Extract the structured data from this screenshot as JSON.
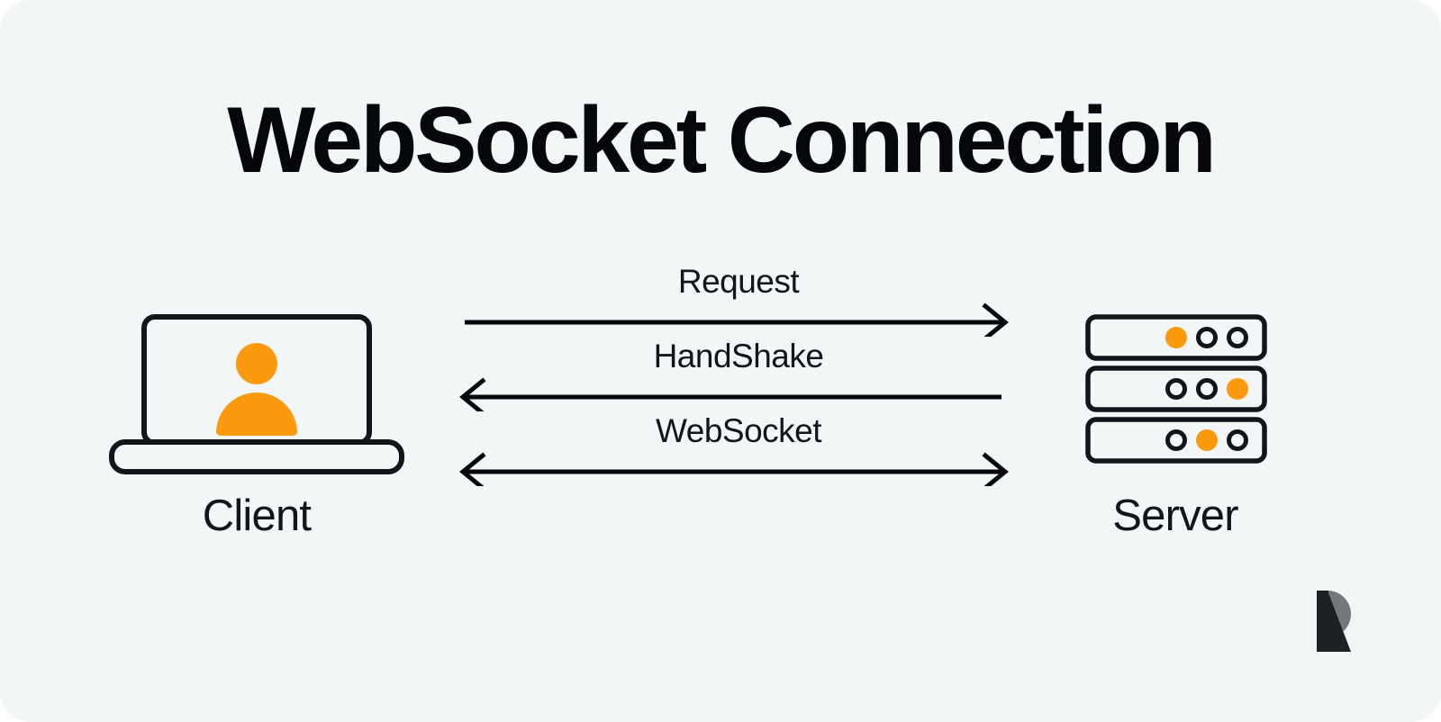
{
  "page": {
    "title": "WebSocket Connection",
    "background_color": "#f2f6f7",
    "page_color": "#ffffff",
    "accent_color": "#fb9a0e",
    "ink_color": "#10161c"
  },
  "client": {
    "label": "Client",
    "icon": "laptop-user-icon"
  },
  "server": {
    "label": "Server",
    "icon": "server-rack-icon",
    "rows": [
      {
        "lights": [
          "on",
          "off",
          "off"
        ]
      },
      {
        "lights": [
          "off",
          "off",
          "on"
        ]
      },
      {
        "lights": [
          "off",
          "on",
          "off"
        ]
      }
    ]
  },
  "flows": [
    {
      "label": "Request",
      "direction": "right",
      "icon": "arrow-right-icon"
    },
    {
      "label": "HandShake",
      "direction": "left",
      "icon": "arrow-left-icon"
    },
    {
      "label": "WebSocket",
      "direction": "both",
      "icon": "arrow-both-icon"
    }
  ],
  "logo": {
    "name": "R",
    "stem_color": "#1b2125",
    "bowl_color": "#73787c"
  }
}
